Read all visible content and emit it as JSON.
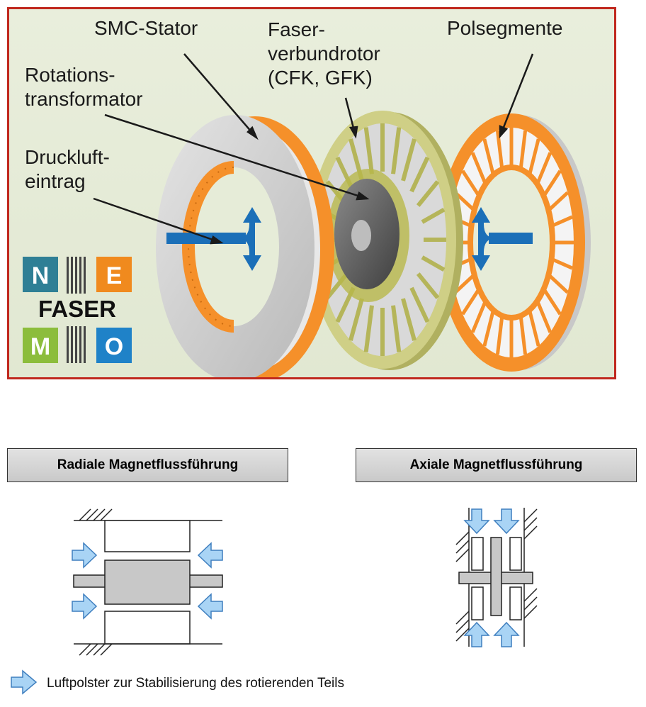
{
  "figure": {
    "callouts": {
      "smc_stator": "SMC-Stator",
      "faser_line1": "Faser-",
      "faser_line2": "verbundrotor",
      "faser_line3": "(CFK, GFK)",
      "polsegmente": "Polsegmente",
      "rotations_line1": "Rotations-",
      "rotations_line2": "transformator",
      "druckluft_line1": "Druckluft-",
      "druckluft_line2": "eintrag"
    },
    "logo": {
      "letter_n": "N",
      "letter_e": "E",
      "letter_m": "M",
      "letter_o": "O",
      "word": "FASER",
      "colors": {
        "n": "#2f7f95",
        "e": "#f08a1e",
        "m": "#8cbd3c",
        "o": "#1f82c8"
      }
    }
  },
  "sections": {
    "radial_title": "Radiale Magnetflussführung",
    "axial_title": "Axiale Magnetflussführung"
  },
  "legend": {
    "text": "Luftpolster zur Stabilisierung des rotierenden Teils"
  },
  "colors": {
    "panel_border": "#c0281e",
    "panel_bg": "#e6ecd8",
    "orange": "#f5902a",
    "stator_grey": "#d4d4d4",
    "rotor_olive": "#c8c878",
    "arrow_blue": "#1b6fb8",
    "air_arrow_fill": "#a9d4f5",
    "air_arrow_stroke": "#3f7fbf"
  }
}
